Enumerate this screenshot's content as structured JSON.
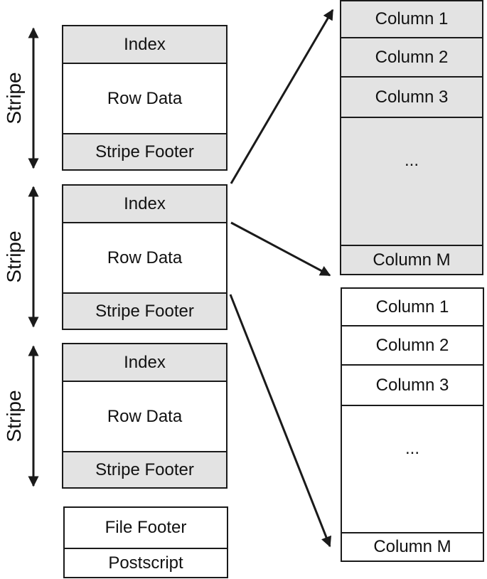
{
  "stripes": [
    {
      "label": "Stripe",
      "index": "Index",
      "row_data": "Row Data",
      "footer": "Stripe Footer"
    },
    {
      "label": "Stripe",
      "index": "Index",
      "row_data": "Row Data",
      "footer": "Stripe Footer"
    },
    {
      "label": "Stripe",
      "index": "Index",
      "row_data": "Row Data",
      "footer": "Stripe Footer"
    }
  ],
  "file_footer": "File Footer",
  "postscript": "Postscript",
  "index_detail": {
    "columns": [
      "Column 1",
      "Column 2",
      "Column 3"
    ],
    "ellipsis": "...",
    "last_column": "Column M"
  },
  "row_data_detail": {
    "columns": [
      "Column 1",
      "Column 2",
      "Column 3"
    ],
    "ellipsis": "...",
    "last_column": "Column M"
  },
  "colors": {
    "shaded": "#e3e3e3",
    "line": "#1a1a1a"
  }
}
